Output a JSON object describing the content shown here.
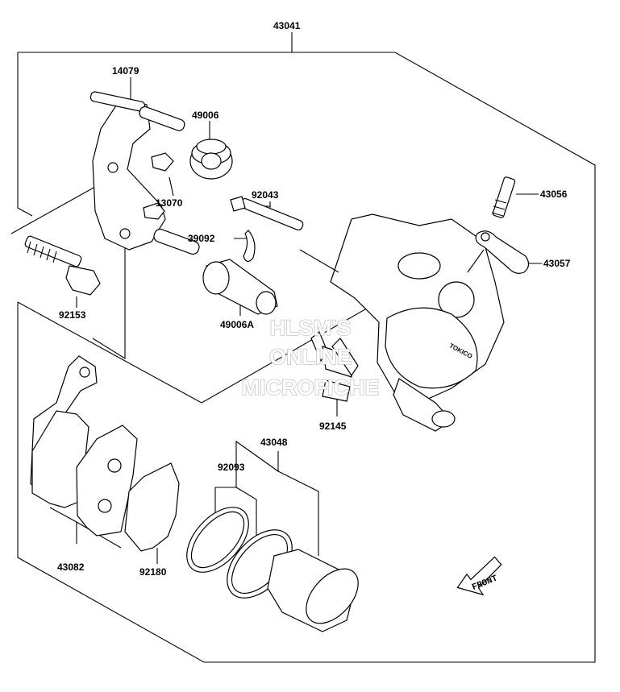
{
  "diagram": {
    "assembly_number": "43041",
    "part_numbers": {
      "bracket": "14079",
      "boot": "49006",
      "clip": "13070",
      "pin_bolt": "92043",
      "cotter_pin": "39092",
      "boot_a": "49006A",
      "mount_bolt": "92153",
      "bleeder_valve": "43056",
      "bleeder_cap": "43057",
      "pad_spring": "92145",
      "piston_seal_kit": "43048",
      "seal": "92093",
      "pad_assy": "43082",
      "shim": "92180"
    },
    "caliper_brand": "TOKICO",
    "front_label": "FRONT",
    "watermark": {
      "line1": "HLSM'S",
      "line2": "ONLINE",
      "line3": "MICROFICHE"
    }
  }
}
